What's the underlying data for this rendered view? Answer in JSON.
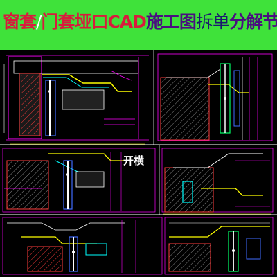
{
  "banner": {
    "title_part1": "窗套",
    "title_sep": "/",
    "title_part2": "门套垭口CAD",
    "title_part3": "施工图",
    "title_part4": "拆单",
    "title_part5": "分解节点大样深化",
    "bg_color": "#3fe23a"
  },
  "drawing": {
    "label_kaiheng": "开横",
    "line_colors": [
      "#ff00ff",
      "#ffff00",
      "#00ffff",
      "#ff3b3b",
      "#ffffff",
      "#3f6bff",
      "#00ff66"
    ]
  }
}
